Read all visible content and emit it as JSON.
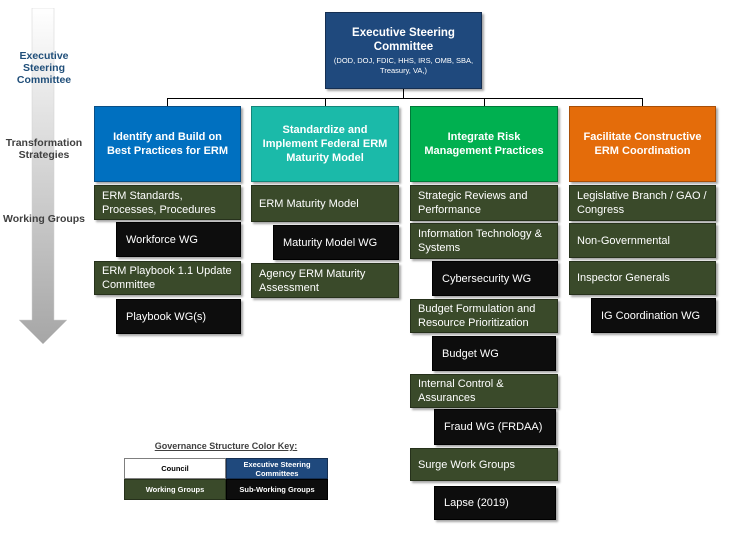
{
  "side_labels": {
    "exec": "Executive Steering Committee",
    "strategies": "Transformation Strategies",
    "working_groups": "Working Groups"
  },
  "exec_committee": {
    "title": "Executive Steering Committee",
    "members": "(DOD, DOJ, FDIC, HHS, IRS, OMB, SBA, Treasury, VA,)"
  },
  "strategies": [
    "Identify and Build on Best Practices for ERM",
    "Standardize and Implement Federal ERM Maturity Model",
    "Integrate Risk Management Practices",
    "Facilitate Constructive ERM Coordination"
  ],
  "col1": {
    "wg1": "ERM Standards, Processes, Procedures",
    "swg1": "Workforce WG",
    "wg2": "ERM Playbook 1.1 Update Committee",
    "swg2": "Playbook WG(s)"
  },
  "col2": {
    "wg1": "ERM Maturity Model",
    "swg1": "Maturity Model WG",
    "wg2": "Agency ERM Maturity Assessment"
  },
  "col3": {
    "wg1": "Strategic Reviews and Performance",
    "wg2": "Information Technology & Systems",
    "swg1": "Cybersecurity WG",
    "wg3": "Budget Formulation and Resource Prioritization",
    "swg2": "Budget WG",
    "wg4": "Internal Control & Assurances",
    "swg3": "Fraud WG (FRDAA)",
    "wg5": "Surge Work Groups",
    "swg4": "Lapse (2019)"
  },
  "col4": {
    "wg1": "Legislative Branch / GAO / Congress",
    "wg2": "Non-Governmental",
    "wg3": "Inspector Generals",
    "swg1": "IG Coordination WG"
  },
  "legend": {
    "title": "Governance Structure Color Key:",
    "council": "Council",
    "exec": "Executive Steering Committees",
    "wg": "Working Groups",
    "swg": "Sub-Working Groups"
  },
  "colors": {
    "exec": "#1f497d",
    "strategy_blue": "#0070c0",
    "strategy_teal": "#1bbaa9",
    "strategy_green": "#00b050",
    "strategy_orange": "#e46c0a",
    "working_group": "#3a4a2a",
    "sub_working_group": "#0d0d0d"
  }
}
